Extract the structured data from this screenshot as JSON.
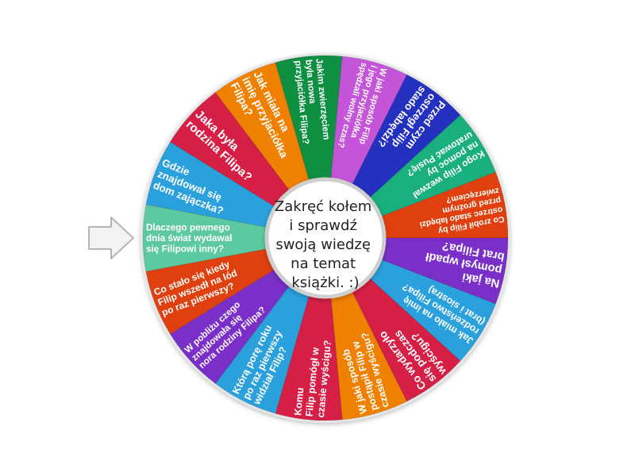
{
  "center_text": [
    "Zakręć kołem",
    "i sprawdź",
    "swoją wiedzę",
    "na temat",
    "książki. :)"
  ],
  "pointer_icon": "arrow-right-icon",
  "segments": [
    {
      "color": "#5cc9a0",
      "lines": [
        "Dlaczego pewnego",
        "dnia świat wydawał",
        "się Filipowi inny?"
      ]
    },
    {
      "color": "#2aa0dc",
      "lines": [
        "Gdzie",
        "znajdował się",
        "dom zajączka?"
      ]
    },
    {
      "color": "#d61f45",
      "lines": [
        "Jaka była",
        "rodzina Filipa?"
      ]
    },
    {
      "color": "#f08000",
      "lines": [
        "Jak miała na",
        "imię przyjaciółka",
        "Filipa?"
      ]
    },
    {
      "color": "#0f8f41",
      "lines": [
        "Jakim zwierzęciem",
        "była nowa",
        "przyjaciółka Filipa?"
      ]
    },
    {
      "color": "#c555d8",
      "lines": [
        "W jaki sposób Filip",
        "i jego przyjaciółka",
        "spędzali wolny czas?"
      ]
    },
    {
      "color": "#2431c0",
      "lines": [
        "Przed czym",
        "ostrzegł Filip",
        "stado łabędzi?"
      ]
    },
    {
      "color": "#1aaf7e",
      "lines": [
        "Kogo Filip wezwał",
        "na pomoc by",
        "uratować Pusię?"
      ]
    },
    {
      "color": "#e0400f",
      "lines": [
        "Co zrobił Filip by",
        "ostrzec stado łabędzi",
        "przed groźnym",
        "zwierzęciem?"
      ]
    },
    {
      "color": "#7a30c8",
      "lines": [
        "Na jaki",
        "pomysł wpadł",
        "brat Filipa?"
      ]
    },
    {
      "color": "#2aa0dc",
      "lines": [
        "Jak miało na imię",
        "rodzeństwo Filipa?",
        "(brat i siostra)"
      ]
    },
    {
      "color": "#d61f45",
      "lines": [
        "Co wydarzyło",
        "się podczas",
        "wyścigu?"
      ]
    },
    {
      "color": "#f08000",
      "lines": [
        "W jaki sposób",
        "postąpił Filip w",
        "czasie wyścigu?"
      ]
    },
    {
      "color": "#d61f45",
      "lines": [
        "Komu",
        "Filip pomógł w",
        "czasie wyścigu?"
      ]
    },
    {
      "color": "#2aa0dc",
      "lines": [
        "Którą porę roku",
        "po raz pierwszy",
        "widział Filip?"
      ]
    },
    {
      "color": "#7a30c8",
      "lines": [
        "W pobliżu czego",
        "znajdowała się",
        "nora rodziny Filipa?"
      ]
    },
    {
      "color": "#e0400f",
      "lines": [
        "Co stało się kiedy",
        "Filip wszedł na lód",
        "po raz pierwszy?"
      ]
    }
  ]
}
